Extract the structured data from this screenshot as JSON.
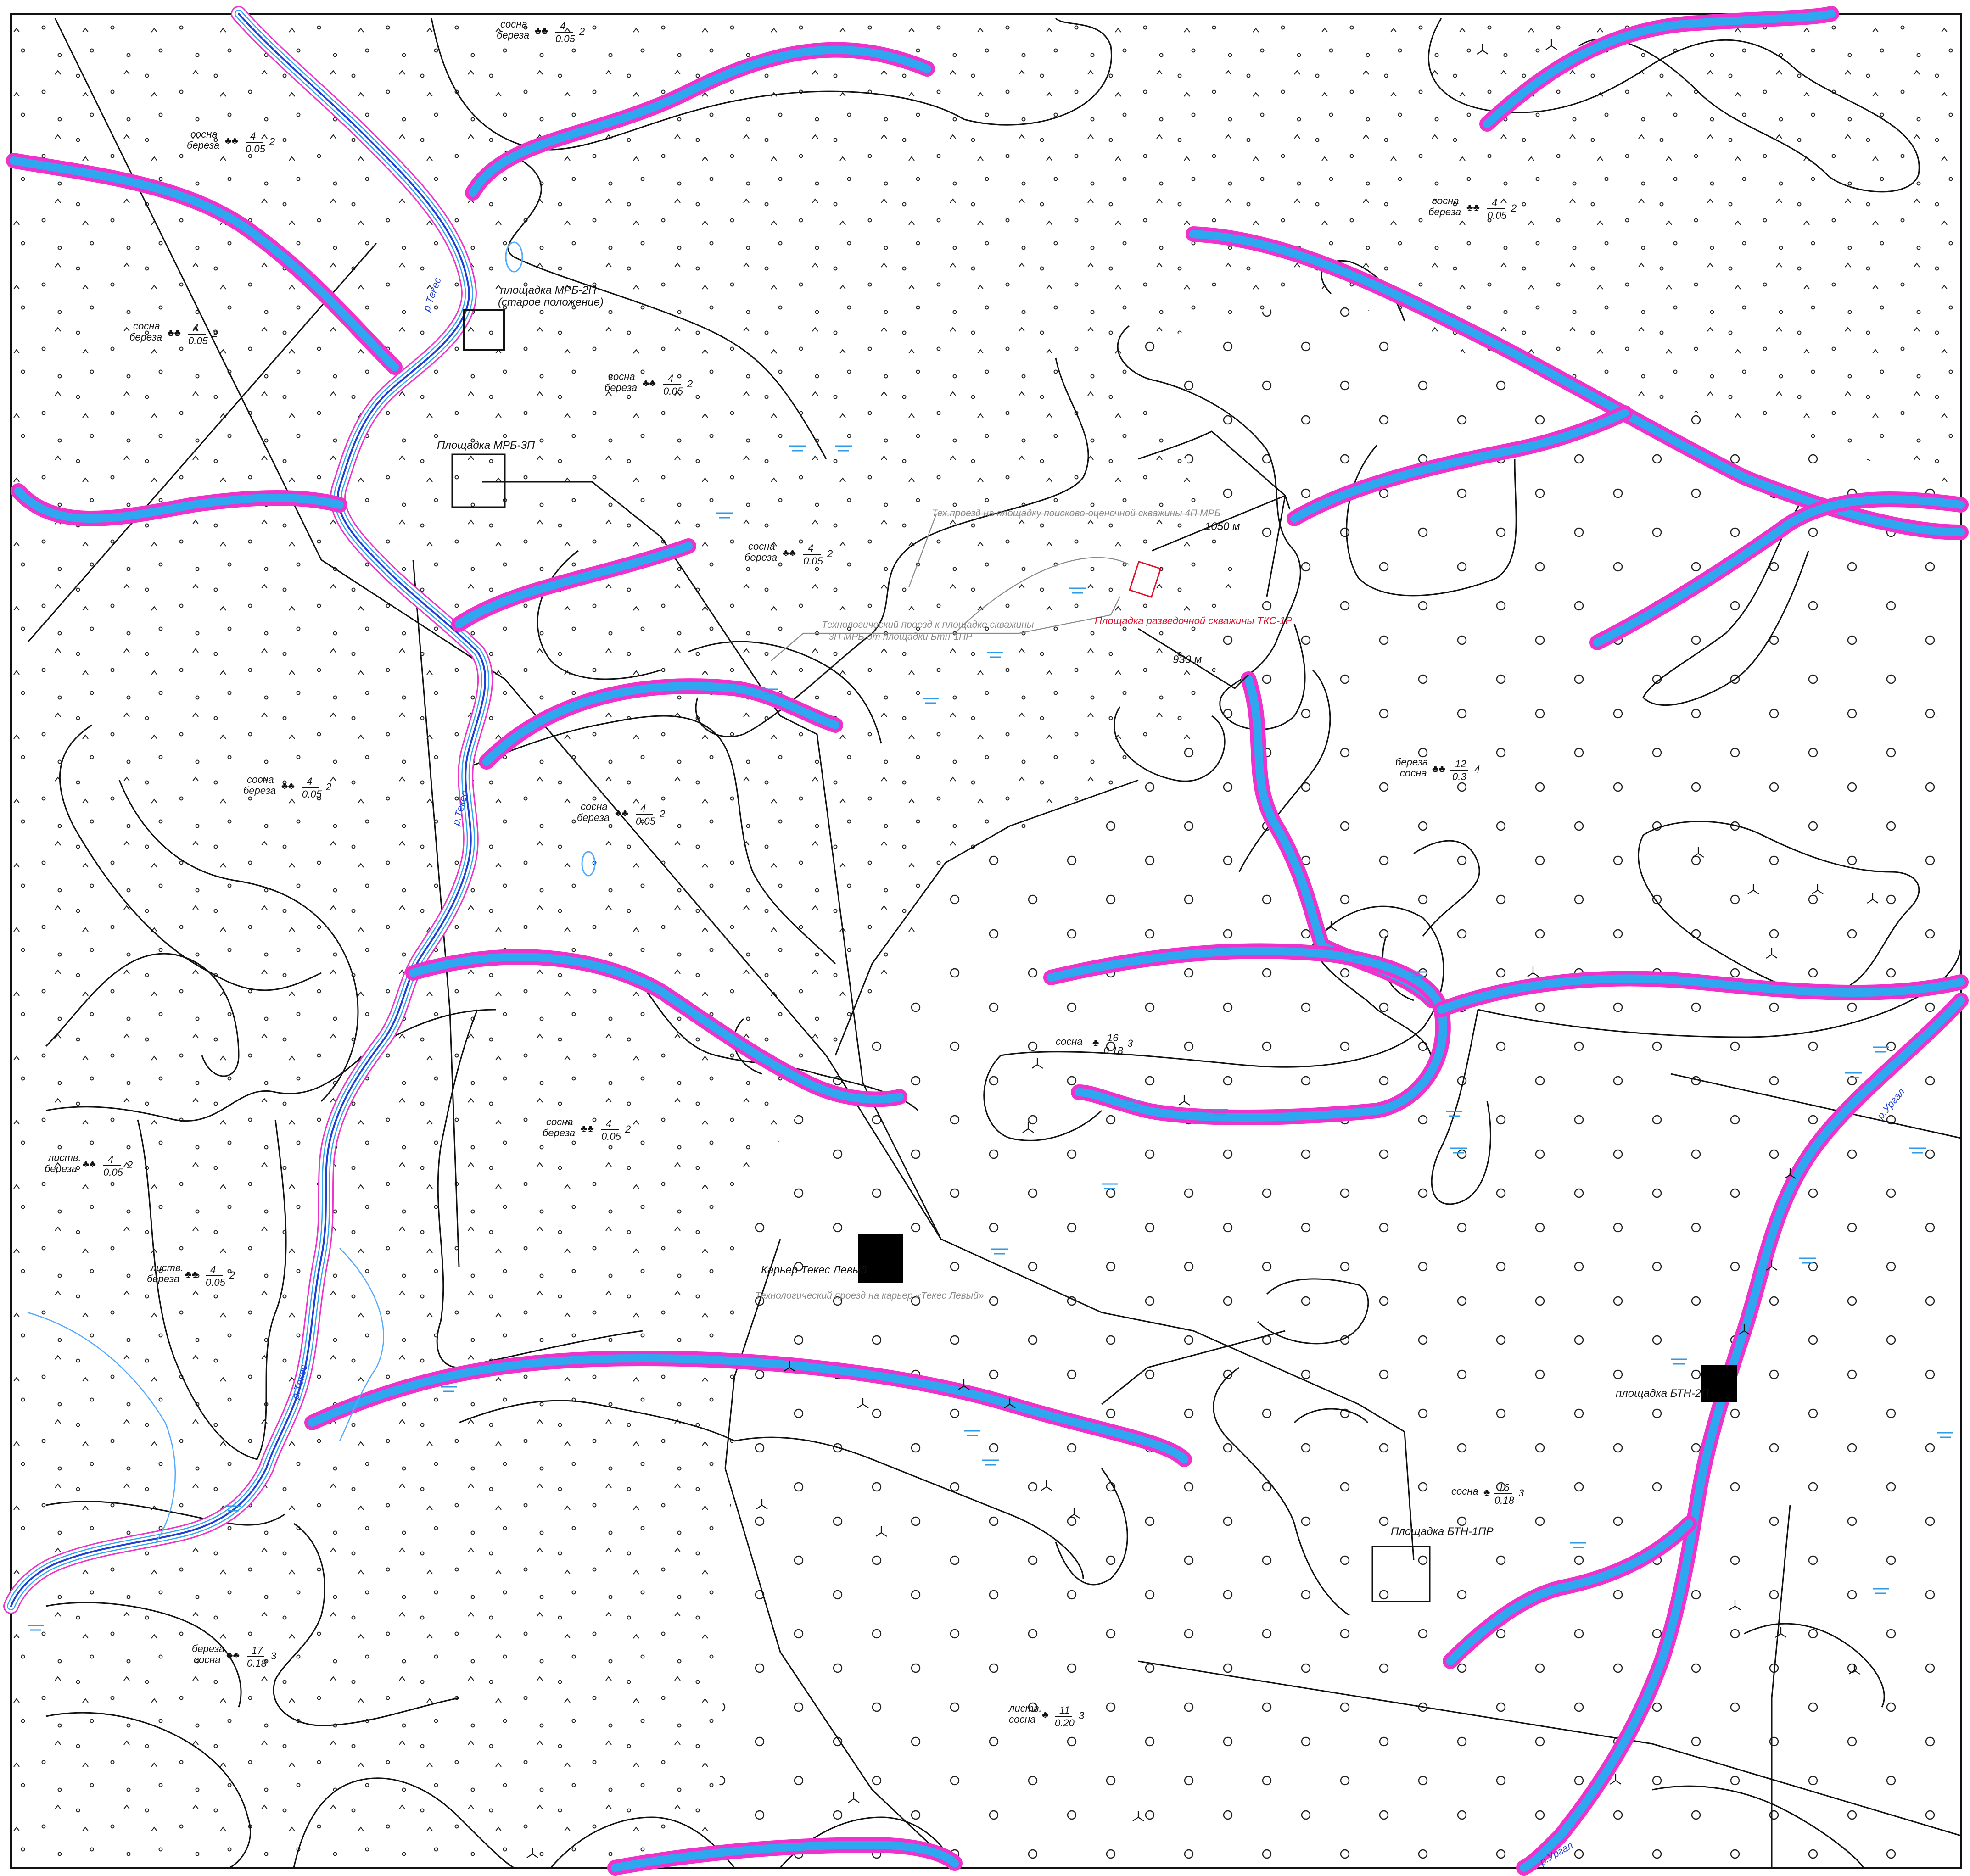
{
  "colors": {
    "river_bank": "#ee33cc",
    "river_water": "#2ea6f0",
    "river_axis": "#1f3fd6",
    "contour": "#111111",
    "project_highlight": "#e0102a",
    "secondary_text": "#8a8a8a"
  },
  "sites": {
    "mrb2p": {
      "line1": "площадка МРБ-2П",
      "line2": "(старое положение)"
    },
    "mrb3p": "Площадка МРБ-3П",
    "btn2p": "площадка БТН-2П",
    "btn1pr": "Площадка БТН-1ПР",
    "tks": "Площадка разведочной скважины ТКС-1Р",
    "quarry": "Карьер Текес Левый"
  },
  "roads": {
    "to_4p": "Тех.проезд на площадку поисково-оценочной скважины 4П МРБ",
    "to_3p": {
      "line1": "Технологический проезд к площадке скважины",
      "line2": "3П МРБ от площадки Бтн-1ПР"
    },
    "to_quarry": "Технологический проезд на карьер «Текес Левый»"
  },
  "dimensions": {
    "d1": "1050 м",
    "d2": "930 м"
  },
  "rivers": {
    "r1": "р.Текес",
    "r2": "р.Текес",
    "r3": "р.Текес",
    "r4": "р.Ургал",
    "r5": "р.Ургал"
  },
  "forest_labels": [
    {
      "species": [
        "сосна",
        "береза"
      ],
      "num": "4",
      "den": "0.05",
      "cls": "2"
    },
    {
      "species": [
        "сосна",
        "береза"
      ],
      "num": "4",
      "den": "0.05",
      "cls": "2"
    },
    {
      "species": [
        "сосна",
        "береза"
      ],
      "num": "4",
      "den": "0.05",
      "cls": "2"
    },
    {
      "species": [
        "сосна",
        "береза"
      ],
      "num": "4",
      "den": "0.05",
      "cls": "2"
    },
    {
      "species": [
        "сосна",
        "береза"
      ],
      "num": "4",
      "den": "0.05",
      "cls": "2"
    },
    {
      "species": [
        "сосна",
        "береза"
      ],
      "num": "4",
      "den": "0.05",
      "cls": "2"
    },
    {
      "species": [
        "сосна",
        "береза"
      ],
      "num": "4",
      "den": "0.05",
      "cls": "2"
    },
    {
      "species": [
        "сосна",
        "береза"
      ],
      "num": "4",
      "den": "0.05",
      "cls": "2"
    },
    {
      "species": [
        "сосна",
        "береза"
      ],
      "num": "4",
      "den": "0.05",
      "cls": "2"
    },
    {
      "species": [
        "листв.",
        "береза"
      ],
      "num": "4",
      "den": "0.05",
      "cls": "2"
    },
    {
      "species": [
        "листв.",
        "береза"
      ],
      "num": "4",
      "den": "0.05",
      "cls": "2"
    },
    {
      "species": [
        "береза",
        "сосна"
      ],
      "num": "12",
      "den": "0.3",
      "cls": "4"
    },
    {
      "species": [
        "сосна"
      ],
      "num": "16",
      "den": "0.18",
      "cls": "3"
    },
    {
      "species": [
        "сосна"
      ],
      "num": "16",
      "den": "0.18",
      "cls": "3"
    },
    {
      "species": [
        "береза",
        "сосна"
      ],
      "num": "17",
      "den": "0.18",
      "cls": "3"
    },
    {
      "species": [
        "листв.",
        "сосна"
      ],
      "num": "11",
      "den": "0.20",
      "cls": "3"
    }
  ]
}
